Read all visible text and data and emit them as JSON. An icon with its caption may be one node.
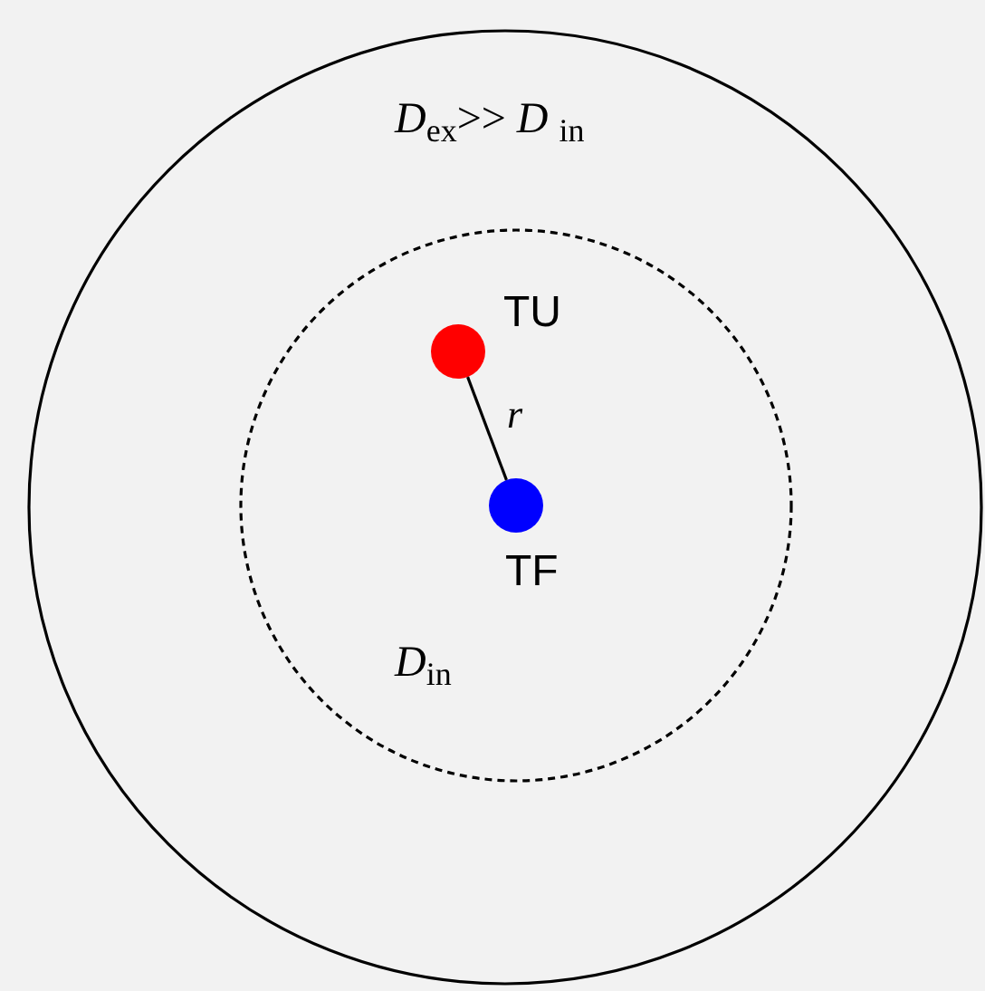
{
  "diagram": {
    "nodes": [
      {
        "text": [
          "*D*$_{ex}$>> *D* $_{in}$"
        ]
      },
      {
        "text": [
          "*D*$_{in}$"
        ],
        "in": 0
      },
      {
        "text": [],
        "shape": "circle",
        "in": 1,
        "beside": [
          "TU"
        ]
      },
      {
        "text": [],
        "shape": "circle",
        "in": 1,
        "beside": [
          "TF"
        ]
      }
    ],
    "edges": [
      {
        "from": 2,
        "to": 3,
        "arrow": "none",
        "label": "r"
      }
    ]
  }
}
